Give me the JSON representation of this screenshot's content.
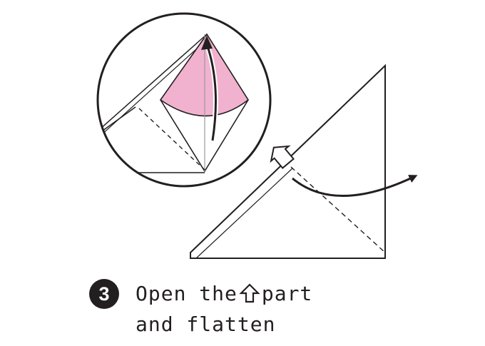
{
  "step": {
    "number": "3",
    "line1_before": "Open the",
    "line1_after": "part",
    "line2": "and flatten"
  },
  "colors": {
    "ink": "#231f20",
    "pink_fill": "#f1b2cf",
    "paper": "#ffffff",
    "fold_line": "#888888"
  },
  "icons": [
    "open-arrow-icon",
    "curved-arrow-icon",
    "step-number-badge"
  ]
}
